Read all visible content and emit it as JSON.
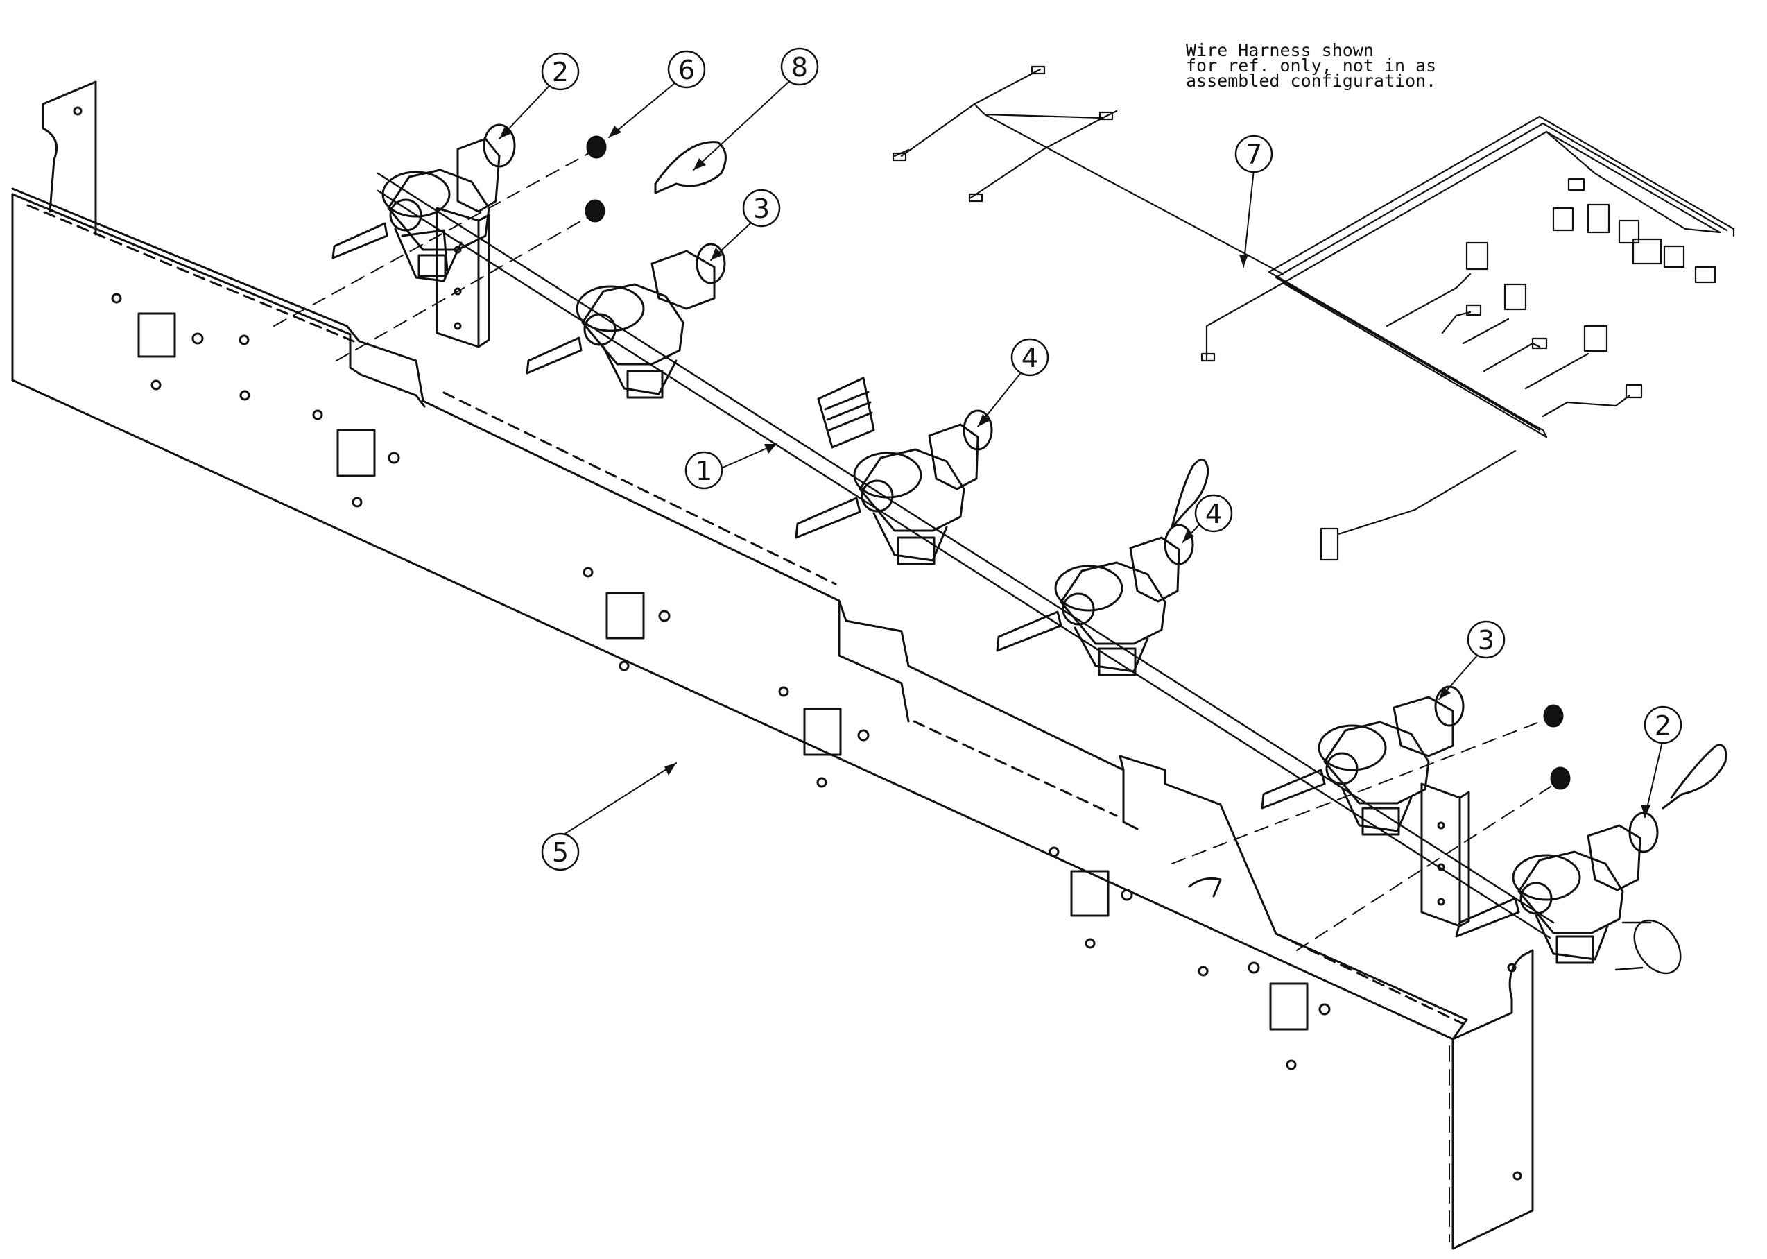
{
  "note": {
    "line1": "Wire Harness shown",
    "line2": "for ref. only, not in as",
    "line3": "assembled configuration."
  },
  "callouts": [
    {
      "id": "c2-left",
      "label": "2"
    },
    {
      "id": "c6",
      "label": "6"
    },
    {
      "id": "c8",
      "label": "8"
    },
    {
      "id": "c3-left",
      "label": "3"
    },
    {
      "id": "c7",
      "label": "7"
    },
    {
      "id": "c4-upper",
      "label": "4"
    },
    {
      "id": "c1",
      "label": "1"
    },
    {
      "id": "c4-lower",
      "label": "4"
    },
    {
      "id": "c3-right",
      "label": "3"
    },
    {
      "id": "c2-right",
      "label": "2"
    },
    {
      "id": "c5",
      "label": "5"
    }
  ],
  "colors": {
    "ink": "#111111",
    "paper": "#ffffff"
  }
}
